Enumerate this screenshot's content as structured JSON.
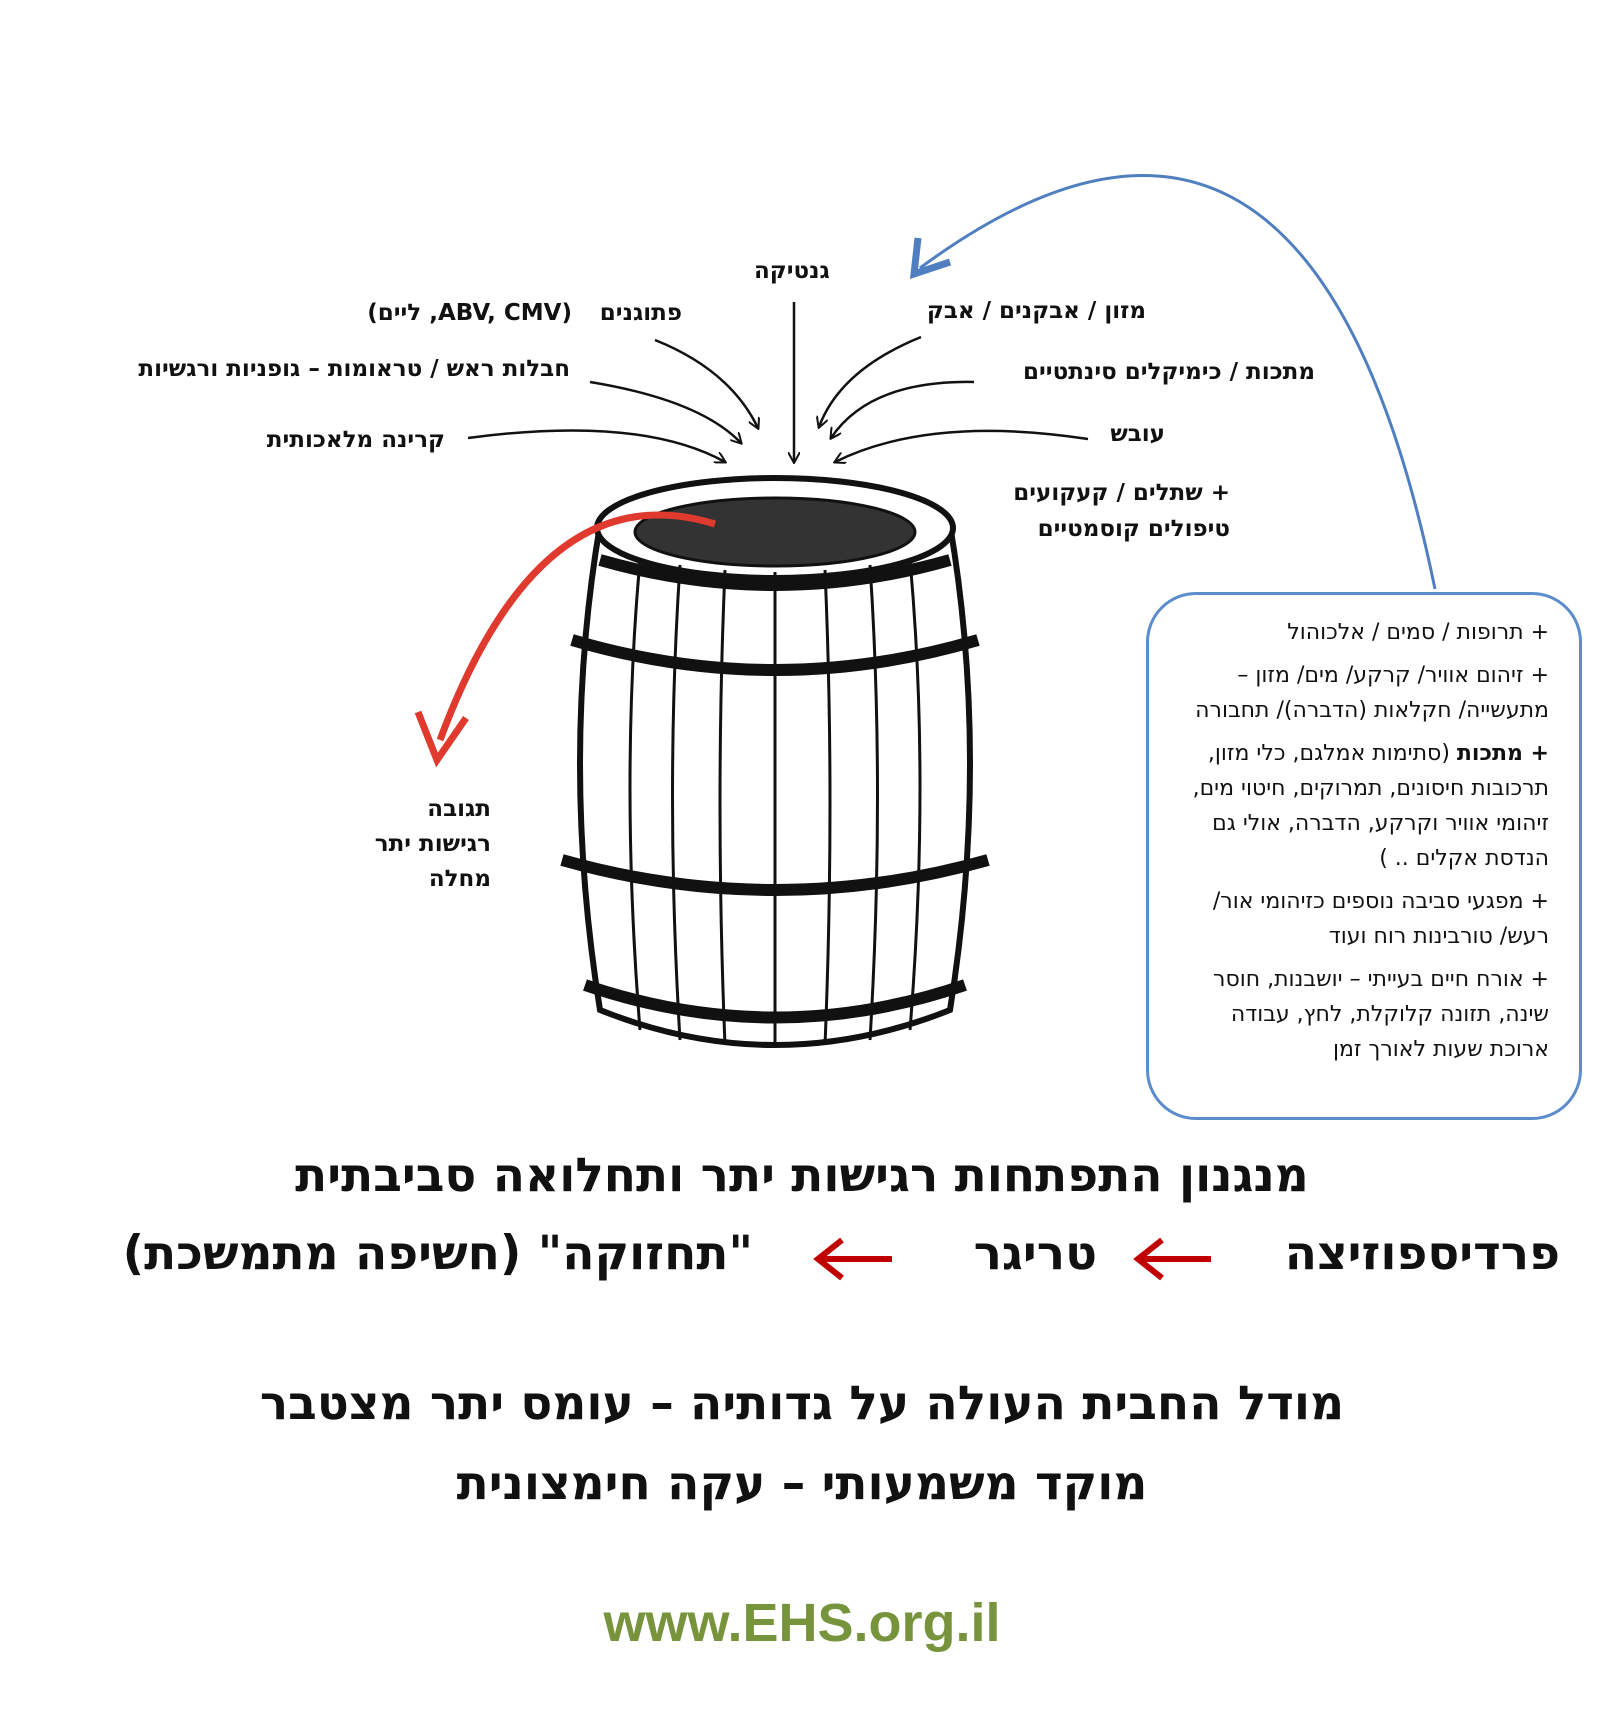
{
  "factors": {
    "genetics": "גנטיקה",
    "pathogens": "פתוגנים",
    "pathogens_detail": "(ABV, CMV, ליים)",
    "head_injury": "חבלות ראש / טראומות – גופניות ורגשיות",
    "radiation": "קרינה מלאכותית",
    "food": "מזון / אבקנים / אבק",
    "metals": "מתכות / כימיקלים סינתטיים",
    "mold": "עובש",
    "implants_line1": "+ שתלים / קעקועים",
    "implants_line2": "טיפולים קוסמטיים"
  },
  "reaction": [
    "תגובה",
    "רגישות יתר",
    "מחלה"
  ],
  "box": {
    "item1": "+ תרופות / סמים / אלכוהול",
    "item2": "+ זיהום אוויר/ קרקע/ מים/ מזון – מתעשייה/ חקלאות (הדברה)/ תחבורה",
    "item3_bold": "+ מתכות",
    "item3_rest": " (סתימות אמלגם, כלי מזון, תרכובות חיסונים, תמרוקים, חיטוי מים, זיהומי אוויר וקרקע, הדברה, אולי גם הנדסת אקלים .. )",
    "item4": "+  מפגעי סביבה נוספים כזיהומי אור/ רעש/ טורבינות רוח ועוד",
    "item5": "+  אורח חיים בעייתי – יושבנות, חוסר שינה, תזונה קלוקלת, לחץ, עבודה ארוכת שעות לאורך זמן"
  },
  "title": "מנגנון התפתחות רגישות יתר ותחלואה סביבתית",
  "flow": {
    "step1": "פרדיספוזיצה",
    "step2": "טריגר",
    "step3": "\"תחזוקה\" (חשיפה מתמשכת)"
  },
  "model_line1": "מודל החבית העולה על גדותיה – עומס יתר מצטבר",
  "model_line2": "מוקד משמעותי – עקה חימצונית",
  "url": "www.EHS.org.il",
  "colors": {
    "blue": "#4f7fc0",
    "red": "#e03a2f",
    "dark_red": "#c00000",
    "green": "#77933c"
  }
}
